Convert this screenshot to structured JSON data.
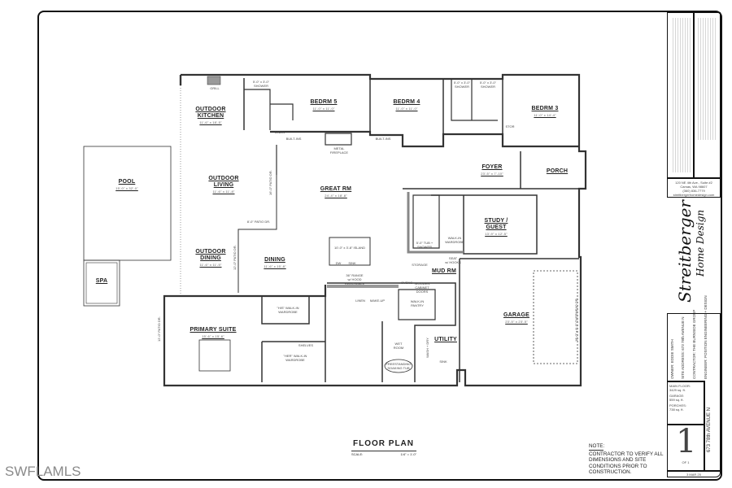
{
  "drawing": {
    "title": "FLOOR PLAN",
    "scale_label": "SCALE:",
    "scale_value": "1/4\" = 1'-0\"",
    "note_heading": "NOTE:",
    "note_text": "CONTRACTOR TO VERIFY ALL DIMENSIONS AND SITE CONDITIONS PRIOR TO CONSTRUCTION."
  },
  "rooms": {
    "bedrm5": {
      "name": "BEDRM 5",
      "dim": "11'-0\" x 11'-0\""
    },
    "bedrm4": {
      "name": "BEDRM 4",
      "dim": "11'-0\" x 11'-0\""
    },
    "bedrm3": {
      "name": "BEDRM 3",
      "dim": "11'-0\" x 14'-4\""
    },
    "outdoor_kitchen": {
      "name": "OUTDOOR\nKITCHEN",
      "dim": "11'-6\" x 18'-5\""
    },
    "outdoor_living": {
      "name": "OUTDOOR\nLIVING",
      "dim": "11'-6\" x 11'-8\""
    },
    "outdoor_dining": {
      "name": "OUTDOOR\nDINING",
      "dim": "11'-6\" x 11'-5\""
    },
    "great_rm": {
      "name": "GREAT RM",
      "dim": "24'-4\" x 18'-8\""
    },
    "dining": {
      "name": "DINING",
      "dim": "11'-6\" x 15'-8\""
    },
    "foyer": {
      "name": "FOYER",
      "dim": "23'-5\" x 7'-10\""
    },
    "porch": {
      "name": "PORCH"
    },
    "study": {
      "name": "STUDY /\nGUEST",
      "dim": "13'-9\" x 12'-5\""
    },
    "mud_rm": {
      "name": "MUD RM"
    },
    "primary_suite": {
      "name": "PRIMARY SUITE",
      "dim": "15'-6\" x 15'-6\""
    },
    "utility": {
      "name": "UTILITY"
    },
    "garage": {
      "name": "GARAGE",
      "dim": "23'-5\" x 23'-5\""
    },
    "pool": {
      "name": "POOL",
      "dim": "15'-0\" x 32'-0\""
    },
    "spa": {
      "name": "SPA"
    }
  },
  "fixtures": {
    "grill": "GRILL",
    "builtins": "BUILT-INS",
    "metal_fireplace": "METAL\nFIREPLACE",
    "linen": "LINEN",
    "tub_shower_1": "5'-0\" x 3'-0\"\nSHOWER",
    "tub_shower_2": "5'-0\" x 3'-0\"\nSHOWER",
    "tub_shower_3": "5'-0\" x 3'-0\"\nSHOWER",
    "stor": "STOR",
    "island": "10'-0\" x 3'-8\" ISLAND",
    "dw": "DW",
    "sink": "SINK",
    "range": "36\" RANGE\nw/ HOOD\nREMOVABLE",
    "ovens": "OVENS",
    "wooden_cabinet_doors": "WOODEN\nCABINET\nDOORS",
    "walk_in_pantry": "WALK-IN\nPANTRY",
    "make_up": "MAKE-UP",
    "his_wardrobe": "\"HIS\" WALK-IN\nWARDROBE",
    "her_wardrobe": "\"HER\" WALK-IN\nWARDROBE",
    "shelves": "SHELVES",
    "wet_room": "WET\nROOM",
    "soaking_tub": "FREESTANDING\nSOAKING TUB",
    "walk_in_wardrobe": "WALK-IN\nWARDROBE",
    "tub_shower_study": "5'-0\" TUB +\nSHOWER",
    "storage": "STORAGE",
    "seat_hooks": "SEAT\nw/ HOOKS",
    "wash_dry": "WASH + DRY",
    "patio_door_1": "8'-0\" PATIO DR.",
    "patio_door_2": "16'-0\" PATIO DR.",
    "patio_door_3": "12'-0\" PATIO DR.",
    "patio_door_4": "12'-0\" PATIO DR.",
    "overhead_door": "18'-0\" x 8'-0\" OVERHEAD DR."
  },
  "title_block": {
    "firm_address": "120 NE 4th Ave., Suite #2\nCamas, WA 98607",
    "firm_phone": "(360) 836-7779",
    "firm_web": "streitbergerhomedesign.com",
    "logo_line1": "Streitberger",
    "logo_line2": "Home Design",
    "owner": "OWNER:\nEDDIE SMITH",
    "site_address": "SITE ADDRESS:\n673 78th AVENUE N",
    "contractor": "CONTRACTOR:\nTHE BURNSIDE GROUP",
    "engineer": "ENGINEER:\nPOSITION ENGINEERING + DESIGN",
    "main_floor": "MAIN FLOOR:\n3429 sq. ft.",
    "garage_area": "GARAGE:\n559 sq. ft.",
    "porches": "PORCHES:\n738 sq. ft.",
    "project_name": "673 78th AVENUE N",
    "sheet_number": "1",
    "sheet_of": "OF 1",
    "date": "3 MAR 25"
  },
  "watermark": "SWFLAMLS"
}
